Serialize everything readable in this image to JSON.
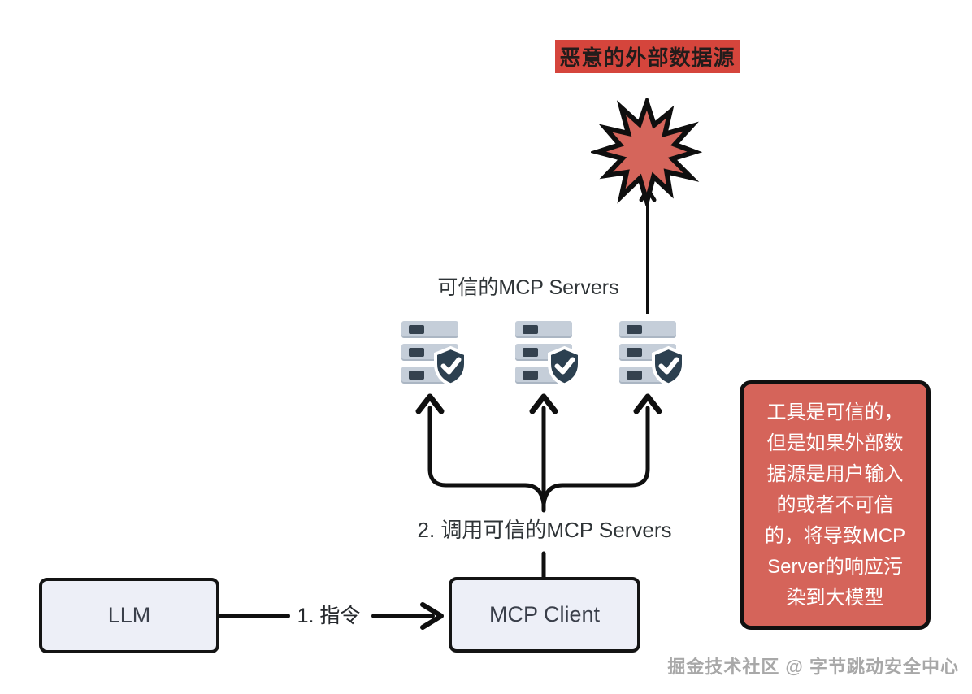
{
  "banner": {
    "label": "恶意的外部数据源"
  },
  "trusted_servers": {
    "label": "可信的MCP Servers",
    "count": 3
  },
  "flow": {
    "step1_label": "1. 指令",
    "step2_label": "2. 调用可信的MCP Servers"
  },
  "nodes": {
    "llm": "LLM",
    "mcp_client": "MCP Client"
  },
  "note": {
    "text": "工具是可信的，\n但是如果外部数\n据源是用户输入\n的或者不可信\n的，将导致MCP\nServer的响应污\n染到大模型"
  },
  "watermark": "掘金技术社区 @ 字节跳动安全中心",
  "colors": {
    "banner_bg": "#d5453c",
    "banner_text": "#231c1b",
    "burst_fill": "#d5655b",
    "note_bg": "#d5645a",
    "note_text": "#ffffff",
    "node_fill": "#edeff7",
    "line": "#0f0f0f",
    "server_body": "#c5ced9",
    "server_dark": "#35424f"
  }
}
